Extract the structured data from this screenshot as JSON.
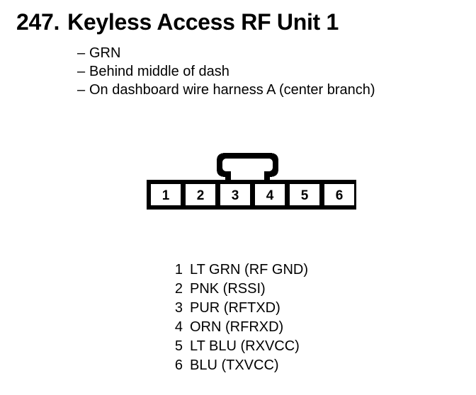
{
  "document": {
    "item_number": "247.",
    "title": "Keyless Access RF Unit 1",
    "notes": [
      {
        "dash": "–",
        "text": "GRN"
      },
      {
        "dash": "–",
        "text": "Behind middle of dash"
      },
      {
        "dash": "–",
        "text": "On dashboard wire harness A (center branch)"
      }
    ]
  },
  "connector": {
    "type": "6-pin-connector-with-latch",
    "pin_count": 6,
    "pin_numbers": [
      "1",
      "2",
      "3",
      "4",
      "5",
      "6"
    ],
    "latch_position": "top-center",
    "line_color": "#000000",
    "fill_color": "#ffffff"
  },
  "pin_legend": {
    "rows": [
      {
        "pin": "1",
        "label": "LT GRN (RF GND)"
      },
      {
        "pin": "2",
        "label": "PNK (RSSI)"
      },
      {
        "pin": "3",
        "label": "PUR (RFTXD)"
      },
      {
        "pin": "4",
        "label": "ORN (RFRXD)"
      },
      {
        "pin": "5",
        "label": "LT BLU (RXVCC)"
      },
      {
        "pin": "6",
        "label": "BLU (TXVCC)"
      }
    ]
  }
}
